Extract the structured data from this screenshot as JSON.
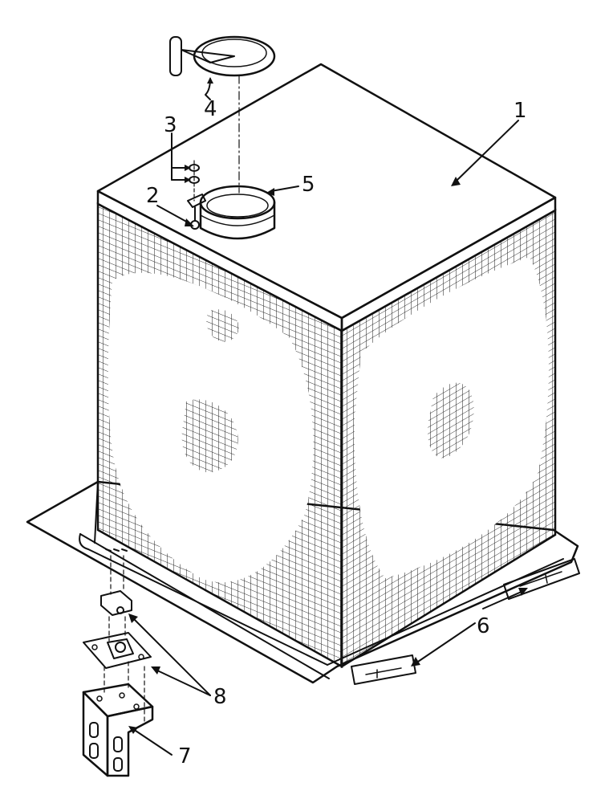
{
  "callouts": [
    {
      "id": "1",
      "text": "1"
    },
    {
      "id": "2",
      "text": "2"
    },
    {
      "id": "3",
      "text": "3"
    },
    {
      "id": "4",
      "text": "4"
    },
    {
      "id": "5",
      "text": "5"
    },
    {
      "id": "6",
      "text": "6"
    },
    {
      "id": "7",
      "text": "7"
    },
    {
      "id": "8",
      "text": "8"
    }
  ],
  "colors": {
    "ink": "#111111",
    "paper": "#ffffff",
    "mesh": "#222222"
  }
}
